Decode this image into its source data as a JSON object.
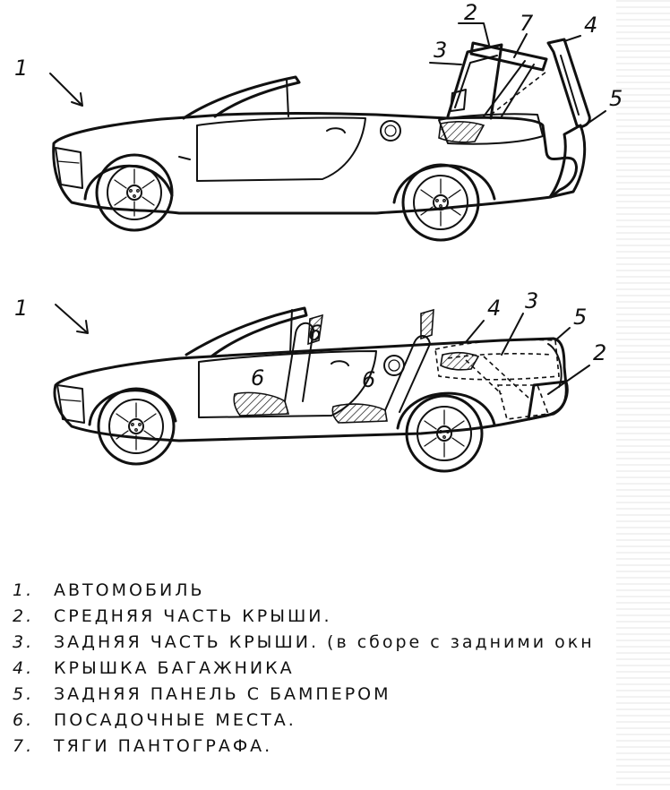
{
  "callouts": {
    "top": {
      "car": "1",
      "mid_roof": "2",
      "rear_roof": "3",
      "trunk_lid": "4",
      "rear_panel": "5",
      "pantograph": "7"
    },
    "bottom": {
      "car": "1",
      "seats_front": "6",
      "seats_rear": "6",
      "pantograph": "6",
      "trunk_lid": "4",
      "rear_roof": "3",
      "rear_panel": "5",
      "mid_roof": "2"
    }
  },
  "legend": [
    {
      "num": "1.",
      "text": "АВТОМОБИЛЬ"
    },
    {
      "num": "2.",
      "text": "СРЕДНЯЯ   ЧАСТЬ   КРЫШИ."
    },
    {
      "num": "3.",
      "text": "ЗАДНЯЯ   ЧАСТЬ   КРЫШИ.  (в сборе с задними окн"
    },
    {
      "num": "4.",
      "text": "КРЫШКА   БАГАЖНИКА"
    },
    {
      "num": "5.",
      "text": "ЗАДНЯЯ   ПАНЕЛЬ  С  БАМПЕРОМ"
    },
    {
      "num": "6.",
      "text": "ПОСАДОЧНЫЕ   МЕСТА."
    },
    {
      "num": "7.",
      "text": "ТЯГИ   ПАНТОГРАФА."
    }
  ]
}
